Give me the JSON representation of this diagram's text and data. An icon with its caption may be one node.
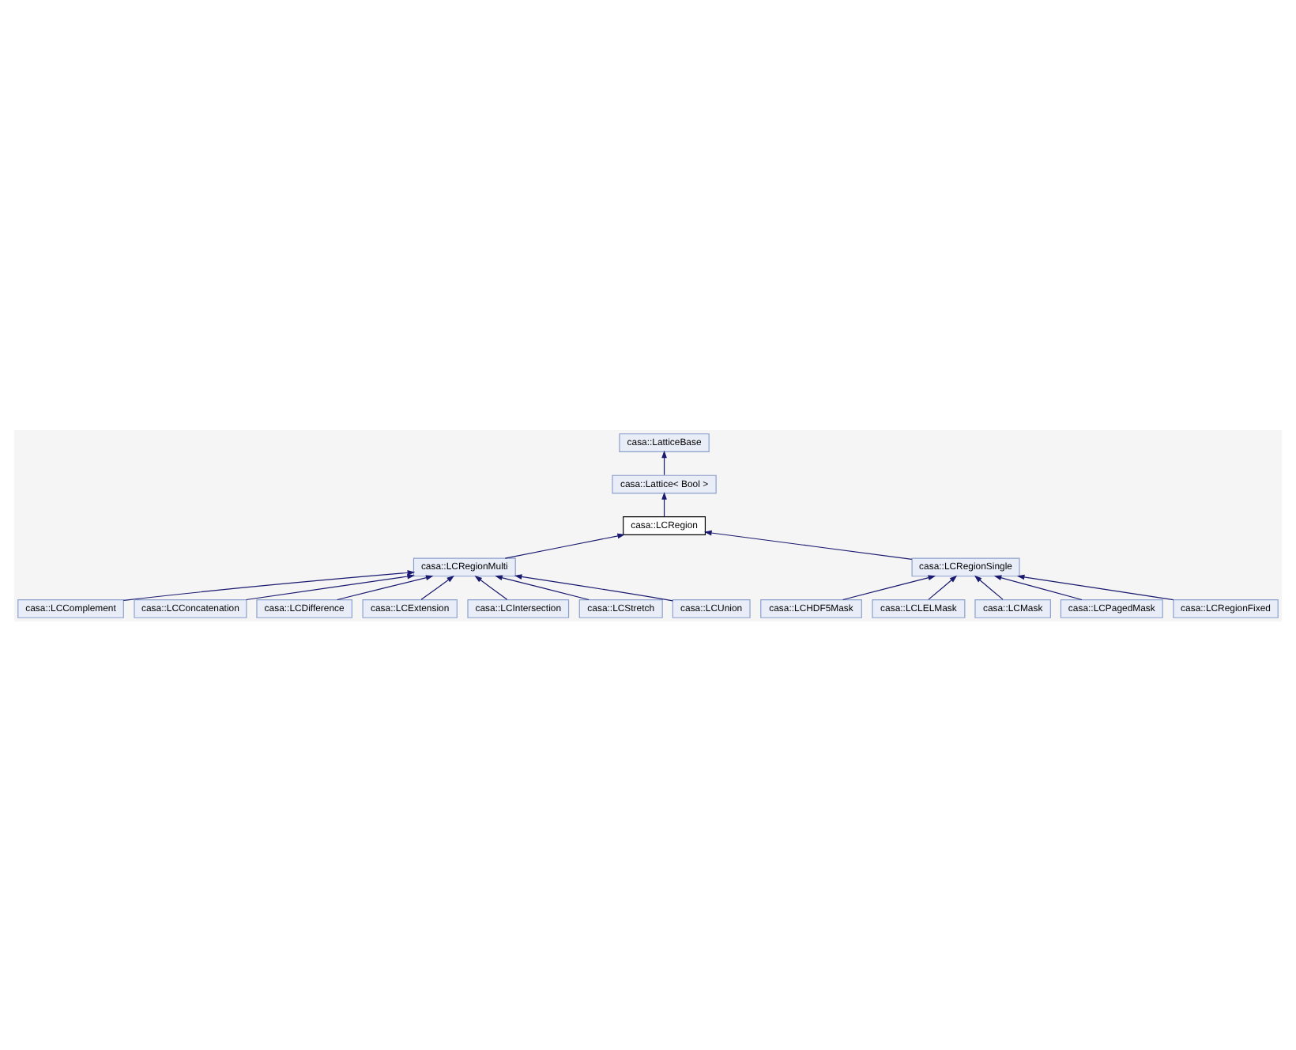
{
  "diagram": {
    "nodes": [
      {
        "text": [
          "casa::LatticeBase"
        ]
      },
      {
        "text": [
          "casa::Lattice< Bool >"
        ]
      },
      {
        "text": [
          "casa::LCRegion"
        ]
      },
      {
        "text": [
          "casa::LCRegionMulti"
        ]
      },
      {
        "text": [
          "casa::LCRegionSingle"
        ]
      },
      {
        "text": [
          "casa::LCComplement"
        ]
      },
      {
        "text": [
          "casa::LCConcatenation"
        ]
      },
      {
        "text": [
          "casa::LCDifference"
        ]
      },
      {
        "text": [
          "casa::LCExtension"
        ]
      },
      {
        "text": [
          "casa::LCIntersection"
        ]
      },
      {
        "text": [
          "casa::LCStretch"
        ]
      },
      {
        "text": [
          "casa::LCUnion"
        ]
      },
      {
        "text": [
          "casa::LCHDF5Mask"
        ]
      },
      {
        "text": [
          "casa::LCLELMask"
        ]
      },
      {
        "text": [
          "casa::LCMask"
        ]
      },
      {
        "text": [
          "casa::LCPagedMask"
        ]
      },
      {
        "text": [
          "casa::LCRegionFixed"
        ]
      }
    ],
    "edges": [
      {
        "from": 1,
        "to": 0,
        "arrow": "to"
      },
      {
        "from": 2,
        "to": 1,
        "arrow": "to"
      },
      {
        "from": 3,
        "to": 2,
        "arrow": "to"
      },
      {
        "from": 4,
        "to": 2,
        "arrow": "to"
      },
      {
        "from": 5,
        "to": 3,
        "arrow": "to"
      },
      {
        "from": 6,
        "to": 3,
        "arrow": "to"
      },
      {
        "from": 7,
        "to": 3,
        "arrow": "to"
      },
      {
        "from": 8,
        "to": 3,
        "arrow": "to"
      },
      {
        "from": 9,
        "to": 3,
        "arrow": "to"
      },
      {
        "from": 10,
        "to": 3,
        "arrow": "to"
      },
      {
        "from": 11,
        "to": 3,
        "arrow": "to"
      },
      {
        "from": 12,
        "to": 4,
        "arrow": "to"
      },
      {
        "from": 13,
        "to": 4,
        "arrow": "to"
      },
      {
        "from": 14,
        "to": 4,
        "arrow": "to"
      },
      {
        "from": 15,
        "to": 4,
        "arrow": "to"
      },
      {
        "from": 16,
        "to": 4,
        "arrow": "to"
      }
    ]
  }
}
